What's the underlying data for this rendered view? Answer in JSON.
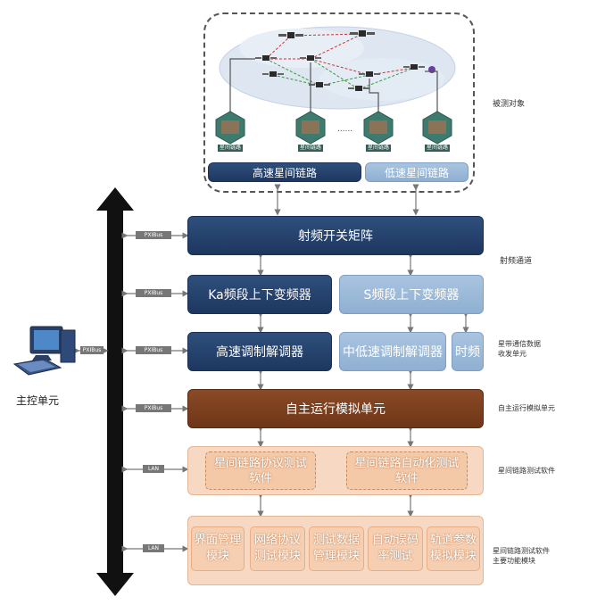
{
  "observed": {
    "label": "被测对象",
    "satellite_labels": [
      "星间链路",
      "星间链路",
      "星间链路",
      "星间链路"
    ],
    "ellipsis": "......",
    "high_speed_link": "高速星间链路",
    "low_speed_link": "低速星间链路"
  },
  "rf_switch": "射频开关矩阵",
  "rf_channel_label": "射频通道",
  "ka_converter": "Ka频段上下变频器",
  "s_converter": "S频段上下变频器",
  "hs_modem": "高速调制解调器",
  "ml_modem": "中低速调制解调器",
  "clock": "时频",
  "baseband_label": "星带通信数据\n收发单元",
  "autonomous": "自主运行模拟单元",
  "autonomous_label": "自主运行模拟单元",
  "software": {
    "protocol_test": "星间链路协议测试\n软件",
    "auto_test": "星间链路自动化测试\n软件",
    "label": "星间链路测试软件"
  },
  "modules": {
    "items": [
      "界面管理\n模块",
      "网络协议\n测试模块",
      "测试数据\n管理模块",
      "自动误码\n率测试",
      "轨道参数\n模拟模块"
    ],
    "label": "星间链路测试软件\n主要功能模块"
  },
  "bus_tags": [
    "PXIBus",
    "PXIBus",
    "PXIBus",
    "PXIBus",
    "LAN",
    "LAN"
  ],
  "main_control": {
    "label": "主控单元",
    "bus_tag": "PXIBus"
  }
}
